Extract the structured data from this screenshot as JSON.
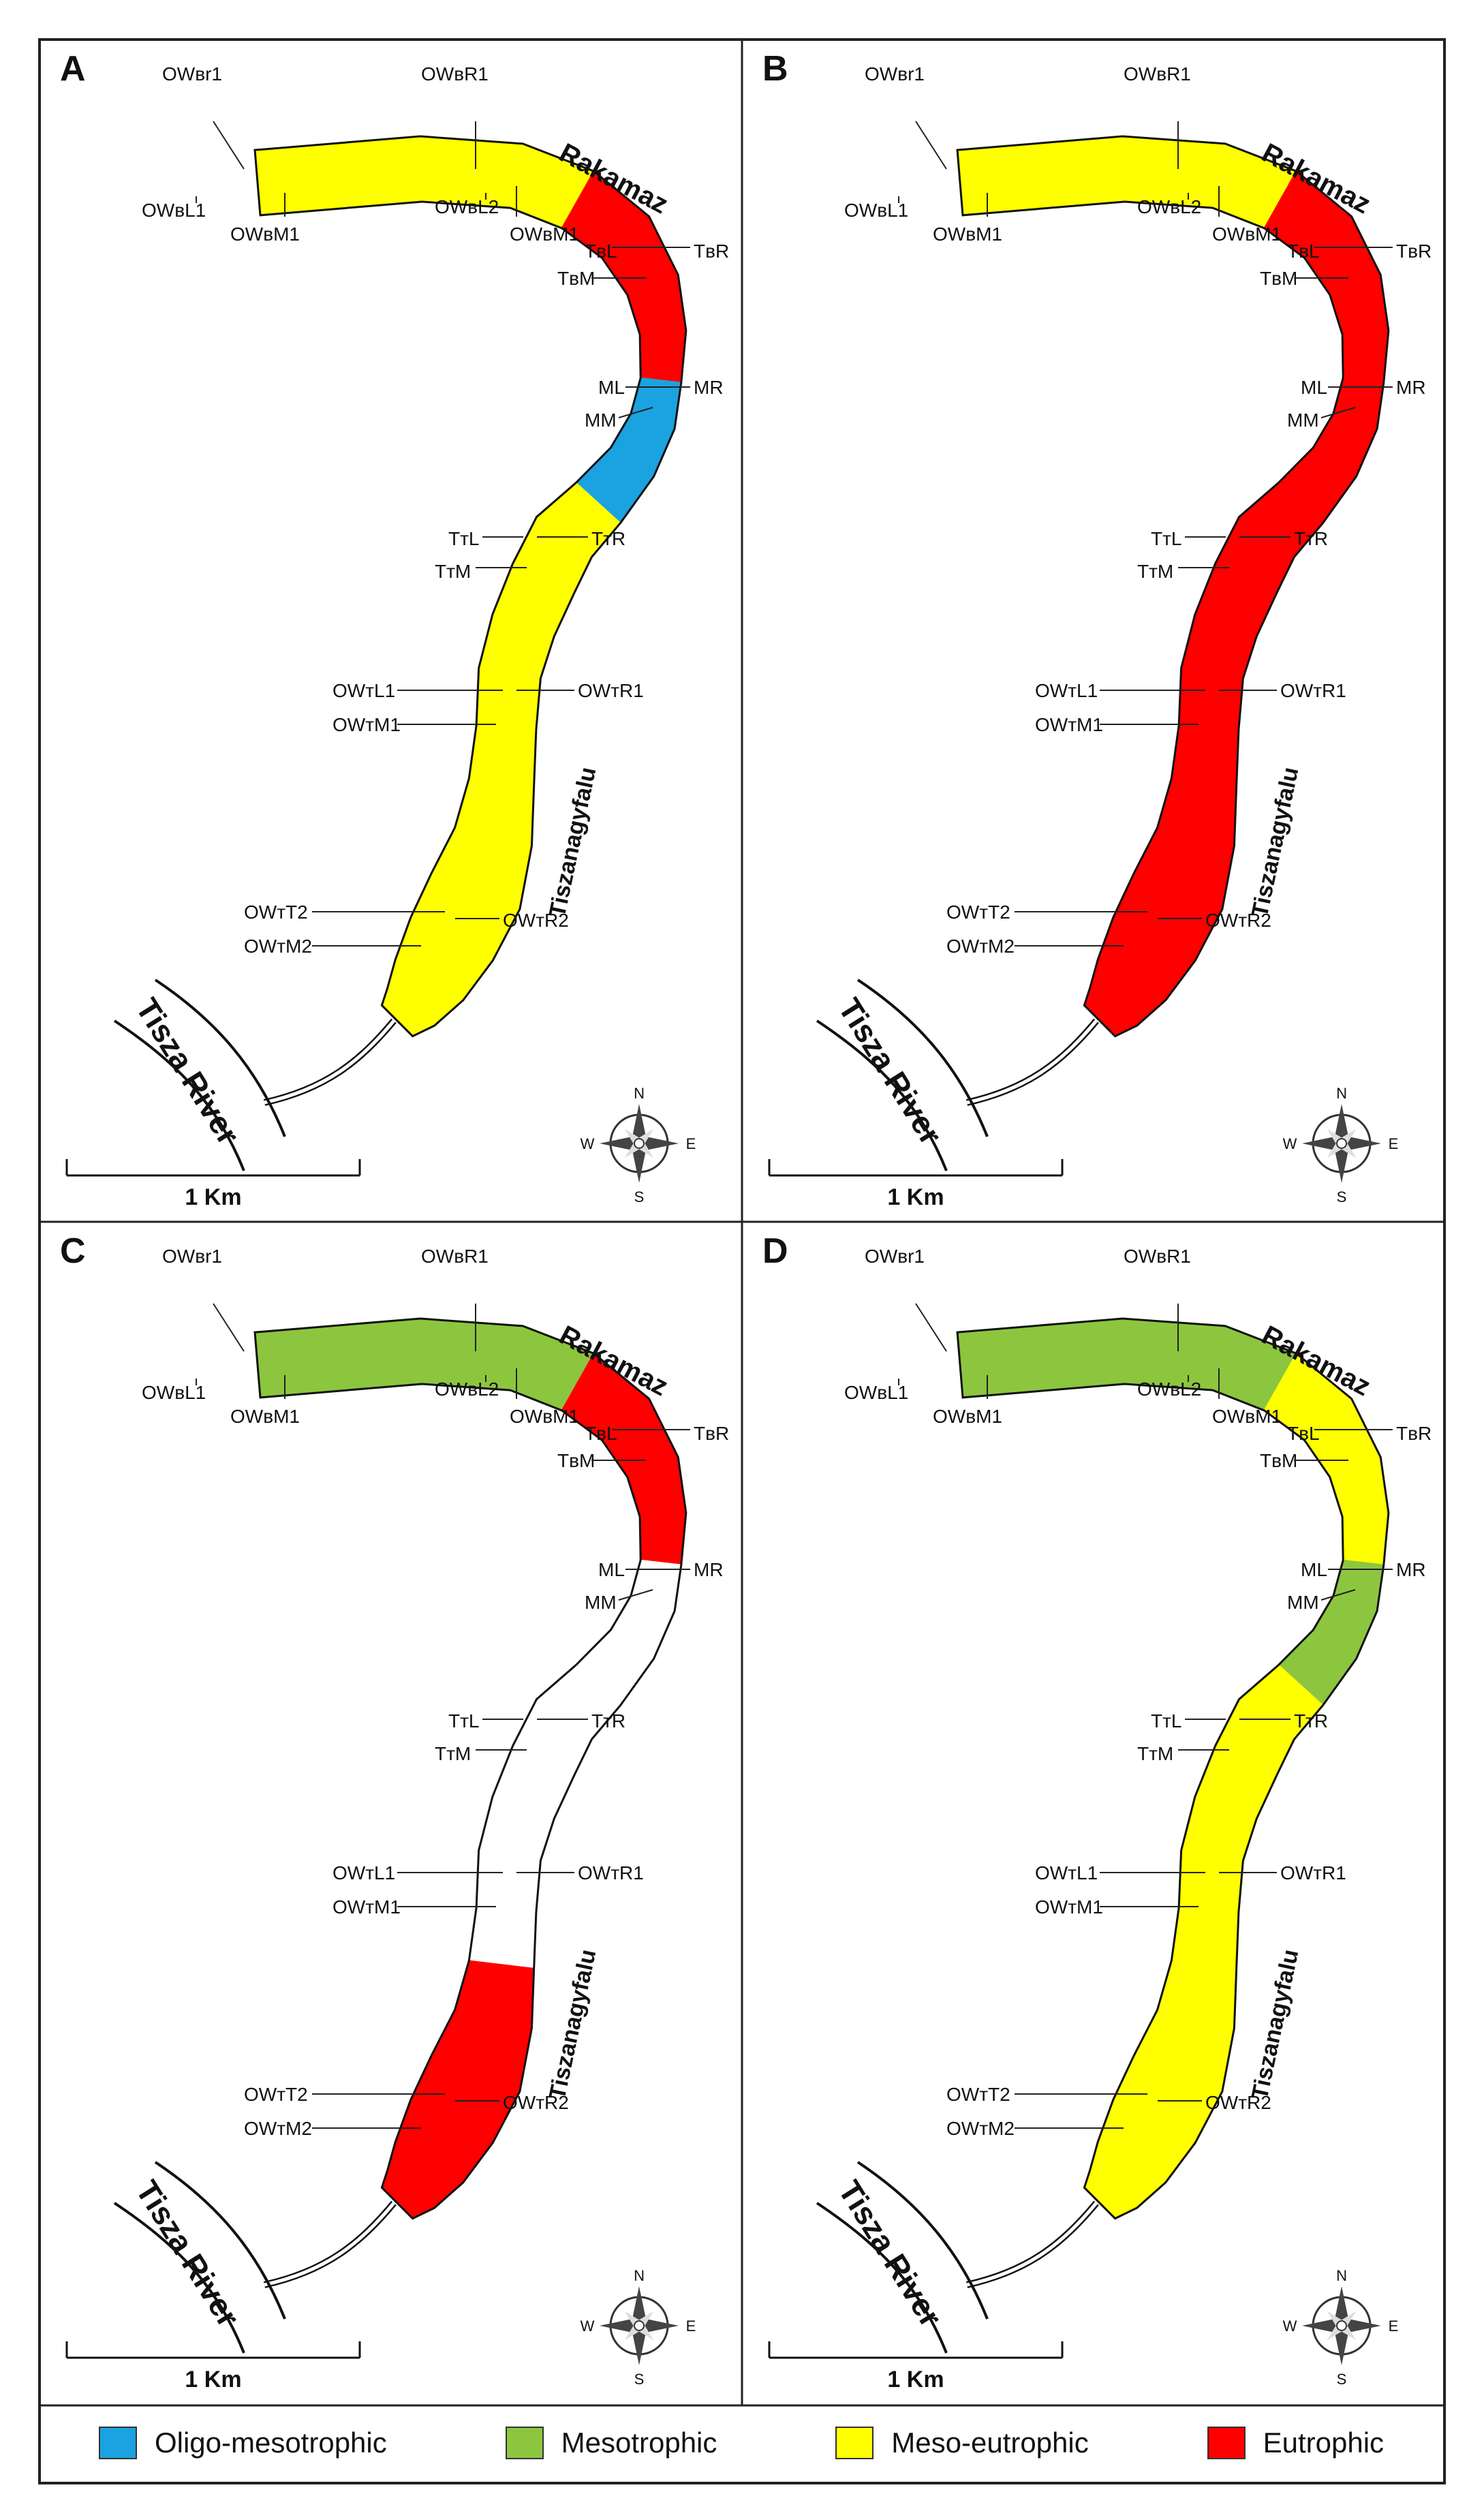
{
  "figure": {
    "panels": [
      {
        "letter": "A",
        "zone_colors": [
          "yellow",
          "red",
          "blue",
          "yellow",
          "yellow"
        ]
      },
      {
        "letter": "B",
        "zone_colors": [
          "yellow",
          "red",
          "red",
          "red",
          "red"
        ]
      },
      {
        "letter": "C",
        "zone_colors": [
          "green",
          "red",
          "white",
          "white",
          "red"
        ]
      },
      {
        "letter": "D",
        "zone_colors": [
          "green",
          "yellow",
          "green",
          "yellow",
          "yellow"
        ]
      }
    ],
    "town_north": "Rakamaz",
    "town_east": "Tiszanagyfalu",
    "river": "Tisza River",
    "scale": "1 Km",
    "compass": {
      "n": "N",
      "s": "S",
      "e": "E",
      "w": "W"
    },
    "site_labels": {
      "owr_r1": "OWʙr1",
      "owr_r1b": "OWʙR1",
      "owr_l1": "OWʙL1",
      "owr_m1": "OWʙM1",
      "owr_l2": "OWʙL2",
      "owr_m1b": "OWʙM1",
      "tr_l": "TʙL",
      "tr_r": "TʙR",
      "tr_m": "TʙM",
      "ml": "ML",
      "mr": "MR",
      "mm": "MM",
      "tt_l": "TᴛL",
      "tt_r": "TᴛR",
      "tt_m": "TᴛM",
      "owt_l1": "OWᴛL1",
      "owt_r1": "OWᴛR1",
      "owt_m1": "OWᴛM1",
      "owt_t2": "OWᴛT2",
      "owt_r2": "OWᴛR2",
      "owt_m2": "OWᴛM2"
    }
  },
  "palette": {
    "blue": "#1aa3e0",
    "green": "#8cc63f",
    "yellow": "#ffff00",
    "red": "#ff0000",
    "white": "#ffffff",
    "outline": "#111111"
  },
  "legend": [
    {
      "label": "Oligo-mesotrophic",
      "color": "#1aa3e0"
    },
    {
      "label": "Mesotrophic",
      "color": "#8cc63f"
    },
    {
      "label": "Meso-eutrophic",
      "color": "#ffff00"
    },
    {
      "label": "Eutrophic",
      "color": "#ff0000"
    }
  ]
}
